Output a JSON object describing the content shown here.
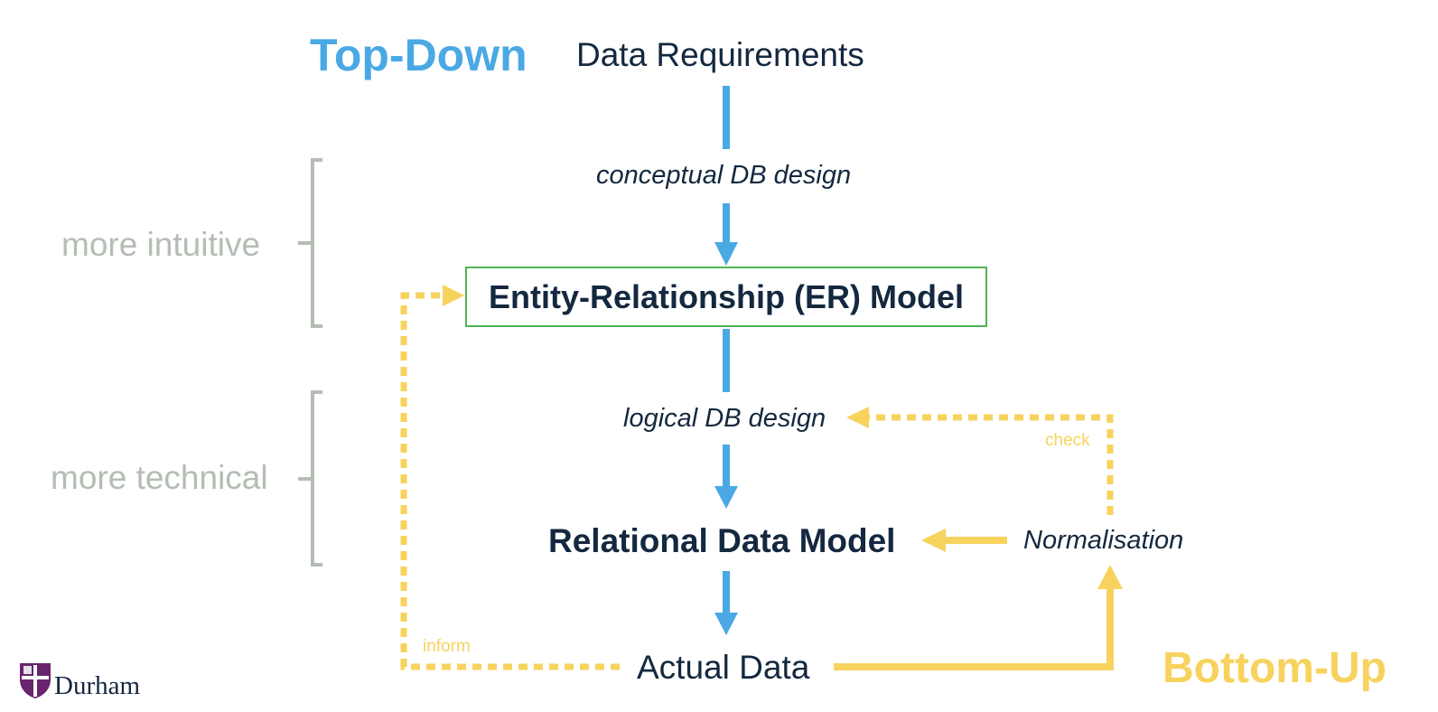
{
  "labels": {
    "top_down": "Top-Down",
    "bottom_up": "Bottom-Up",
    "more_intuitive": "more intuitive",
    "more_technical": "more technical"
  },
  "nodes": {
    "data_requirements": "Data Requirements",
    "conceptual_design": "conceptual DB design",
    "er_model": "Entity-Relationship (ER) Model",
    "logical_design": "logical DB design",
    "relational_model": "Relational Data Model",
    "normalisation": "Normalisation",
    "actual_data": "Actual Data"
  },
  "edge_labels": {
    "check": "check",
    "inform": "inform"
  },
  "logo": {
    "name": "Durham"
  },
  "colors": {
    "blue_arrow": "#4aa9e4",
    "yellow_arrow": "#f7d35e",
    "navy_text": "#14283f",
    "gray_bracket": "#b4bdb3",
    "er_box_border": "#4fb455",
    "logo_purple": "#68246d"
  }
}
